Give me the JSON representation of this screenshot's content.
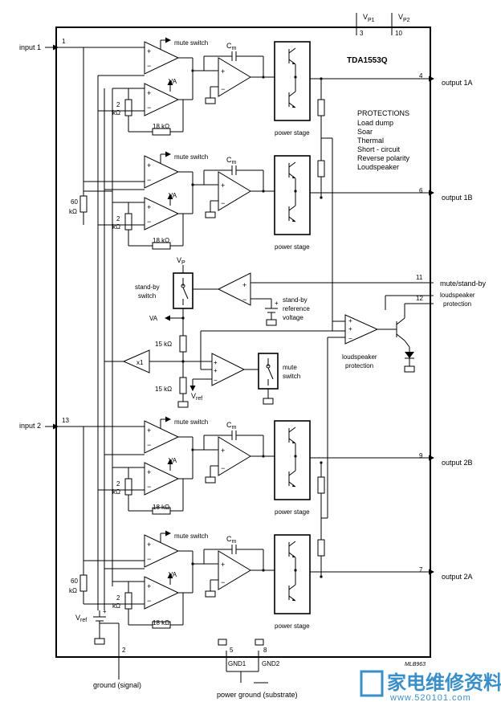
{
  "chip": {
    "name": "TDA1553Q",
    "code": "MLB963"
  },
  "supply": {
    "vp1": "V",
    "vp1_sub": "P1",
    "vp1_pin": "3",
    "vp2": "V",
    "vp2_sub": "P2",
    "vp2_pin": "10"
  },
  "inputs": [
    {
      "label": "input 1",
      "pin": "1"
    },
    {
      "label": "input 2",
      "pin": "13"
    }
  ],
  "outputs": [
    {
      "label": "output 1A",
      "pin": "4"
    },
    {
      "label": "output 1B",
      "pin": "6"
    },
    {
      "label": "output 2B",
      "pin": "9"
    },
    {
      "label": "output 2A",
      "pin": "7"
    }
  ],
  "channel": {
    "mute_switch": "mute switch",
    "cm": "C",
    "cm_sub": "m",
    "va": "VA",
    "r2_top": "2",
    "r2_bottom": "kΩ",
    "r18": "18 kΩ",
    "power_stage": "power stage"
  },
  "protections": {
    "title": "PROTECTIONS",
    "items": [
      "Load dump",
      "Soar",
      "Thermal",
      "Short - circuit",
      "Reverse polarity",
      "Loudspeaker"
    ]
  },
  "input_res": {
    "top": "60",
    "bottom": "kΩ"
  },
  "center": {
    "vp": "V",
    "vp_sub": "P",
    "standby_switch": [
      "stand-by",
      "switch"
    ],
    "va": "VA",
    "r15a": "15 kΩ",
    "r15b": "15 kΩ",
    "buffer": "x1",
    "vref": "V",
    "vref_sub": "ref",
    "mute_switch": [
      "mute",
      "switch"
    ],
    "standby_ref": [
      "stand-by",
      "reference",
      "voltage"
    ],
    "ls_protection": [
      "loudspeaker",
      "protection"
    ]
  },
  "pins": {
    "mute_standby": {
      "pin": "11",
      "label": "mute/stand-by"
    },
    "ls_protection": {
      "pin": "12",
      "label": [
        "loudspeaker",
        "protection"
      ]
    },
    "ground_signal": {
      "pin": "2",
      "label": "ground (signal)"
    },
    "gnd1": {
      "pin": "5",
      "label": "GND1"
    },
    "gnd2": {
      "pin": "8",
      "label": "GND2"
    },
    "power_ground": "power ground (substrate)"
  },
  "vref_bottom": {
    "v": "V",
    "sub": "ref"
  },
  "amp_signs": {
    "plus": "+",
    "minus": "−"
  },
  "watermark": {
    "text": "家电维修资料网",
    "url": "www.520101.com"
  }
}
